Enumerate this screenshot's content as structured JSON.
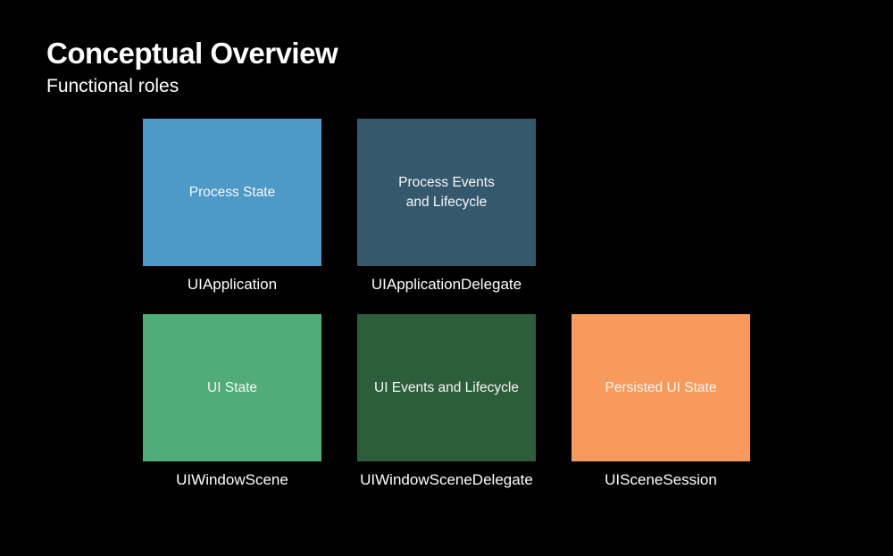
{
  "slide": {
    "title": "Conceptual Overview",
    "subtitle": "Functional roles"
  },
  "colors": {
    "background": "#000000",
    "text": "#ffffff",
    "box_text": "#f7f7f7"
  },
  "boxes": [
    {
      "role": "Process State",
      "api": "UIApplication",
      "color": "#4D99C7"
    },
    {
      "role": "Process Events\nand Lifecycle",
      "api": "UIApplicationDelegate",
      "color": "#34596D"
    },
    {
      "role": "UI State",
      "api": "UIWindowScene",
      "color": "#50AC78"
    },
    {
      "role": "UI Events and Lifecycle",
      "api": "UIWindowSceneDelegate",
      "color": "#2D5E3C"
    },
    {
      "role": "Persisted UI State",
      "api": "UISceneSession",
      "color": "#F89A5C"
    }
  ]
}
